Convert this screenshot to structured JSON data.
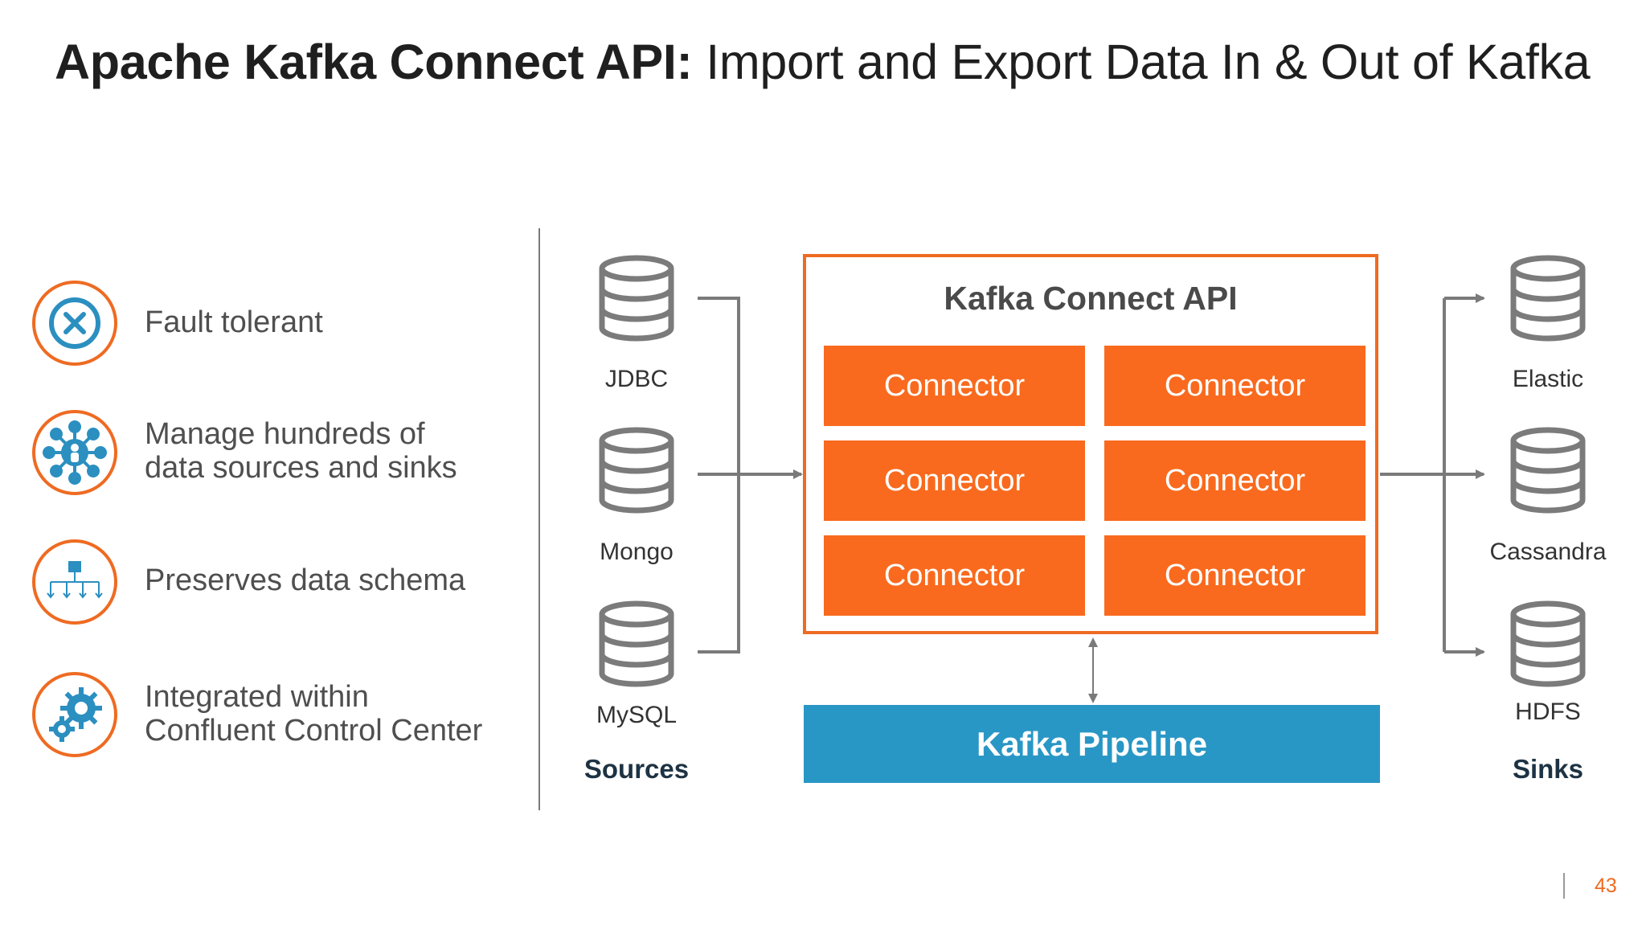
{
  "title": {
    "bold": "Apache Kafka Connect API:",
    "rest": "Import and Export Data In & Out of Kafka"
  },
  "features": [
    {
      "icon": "x-circle-icon",
      "line1": "Fault tolerant",
      "line2": ""
    },
    {
      "icon": "network-hub-icon",
      "line1": "Manage hundreds of",
      "line2": "data sources and sinks"
    },
    {
      "icon": "schema-tree-icon",
      "line1": "Preserves data schema",
      "line2": ""
    },
    {
      "icon": "gears-icon",
      "line1": "Integrated within",
      "line2": "Confluent Control Center"
    }
  ],
  "sources": {
    "label": "Sources",
    "items": [
      "JDBC",
      "Mongo",
      "MySQL"
    ]
  },
  "sinks": {
    "label": "Sinks",
    "items": [
      "Elastic",
      "Cassandra",
      "HDFS"
    ]
  },
  "connect_api": {
    "title": "Kafka Connect API",
    "connectors": [
      "Connector",
      "Connector",
      "Connector",
      "Connector",
      "Connector",
      "Connector"
    ]
  },
  "pipeline": {
    "label": "Kafka Pipeline"
  },
  "page_number": "43",
  "colors": {
    "accent_orange": "#ee6b22",
    "connector_orange": "#f96a1e",
    "pipeline_blue": "#2997c5",
    "icon_blue": "#2b8fc0",
    "line_gray": "#7a7a7a"
  }
}
